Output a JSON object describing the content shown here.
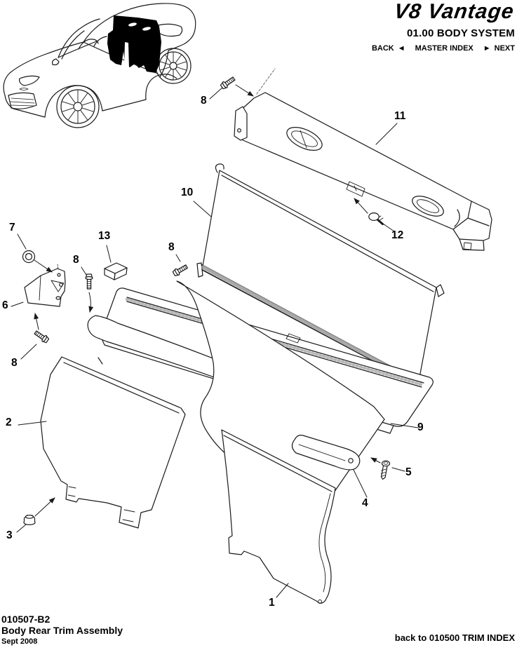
{
  "header": {
    "logo_text": "V8 Vantage",
    "section_title": "01.00 BODY SYSTEM",
    "nav": {
      "back": "BACK",
      "back_icon": "◄",
      "master_index": "MASTER INDEX",
      "next_icon": "►",
      "next": "NEXT"
    }
  },
  "footer": {
    "drawing_number": "010507-B2",
    "title": "Body Rear Trim Assembly",
    "date": "Sept 2008",
    "index_link": "back to 010500 TRIM INDEX"
  },
  "diagram": {
    "type": "exploded-parts-diagram",
    "subject": "Body Rear Trim Assembly",
    "thumbnail": "V8 Vantage convertible line drawing with rear trim area highlighted in black",
    "colors": {
      "line": "#1a1a1a",
      "highlight": "#000000",
      "paper": "#ffffff",
      "shading": "#9a9a9a"
    },
    "callouts": [
      {
        "number": "8",
        "points_to": "flanged bolt"
      },
      {
        "number": "11",
        "points_to": "upper rail trim panel"
      },
      {
        "number": "10",
        "points_to": "bulkhead trim panel"
      },
      {
        "number": "12",
        "points_to": "push-pin clip"
      },
      {
        "number": "7",
        "points_to": "flanged nut"
      },
      {
        "number": "13",
        "points_to": "foam block"
      },
      {
        "number": "8",
        "points_to": "flanged bolt"
      },
      {
        "number": "8",
        "points_to": "flanged bolt"
      },
      {
        "number": "6",
        "points_to": "mounting bracket"
      },
      {
        "number": "8",
        "points_to": "flanged bolt"
      },
      {
        "number": "2",
        "points_to": "left rear trim panel"
      },
      {
        "number": "9",
        "points_to": "parcel shelf trim panel"
      },
      {
        "number": "5",
        "points_to": "screw"
      },
      {
        "number": "4",
        "points_to": "lower trim strip"
      },
      {
        "number": "3",
        "points_to": "flanged nut"
      },
      {
        "number": "1",
        "points_to": "right rear trim carpet panel"
      }
    ]
  }
}
